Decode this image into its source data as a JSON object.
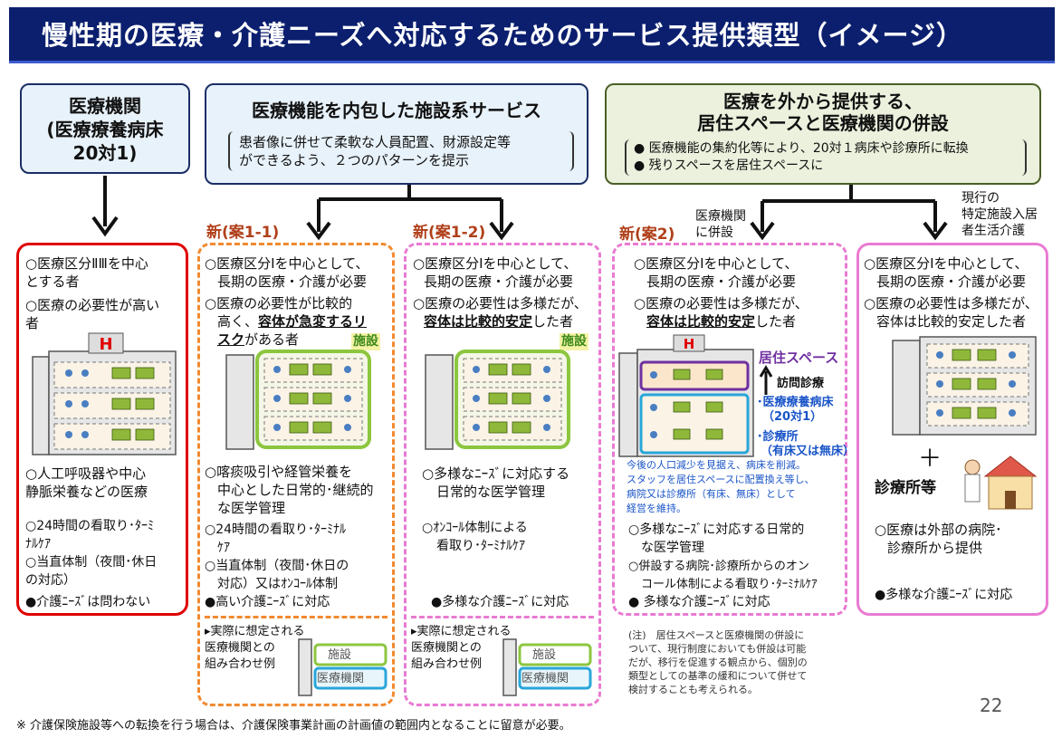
{
  "title": "慢性期の医療・介護ニーズへ対応するためのサービス提供類型（イメージ）",
  "header_a": {
    "l1": "医療機関",
    "l2": "(医療療養病床",
    "l3": "20対1)"
  },
  "header_b": {
    "title": "医療機能を内包した施設系サービス",
    "n1": "患者像に併せて柔軟な人員配置、財源設定等",
    "n2": "ができるよう、２つのパターンを提示"
  },
  "header_c": {
    "t1": "医療を外から提供する、",
    "t2": "居住スペースと医療機関の併設",
    "n1": "●  医療機能の集約化等により、20対１病床や診療所に転換",
    "n2": "●  残りスペースを居住スペースに"
  },
  "labels": {
    "case11": "新(案1-1)",
    "case12": "新(案1-2)",
    "case2": "新(案2)",
    "heisetsu1": "医療機関",
    "heisetsu2": "に併設",
    "current1": "現行の",
    "current2": "特定施設入居",
    "current3": "者生活介護"
  },
  "col1": {
    "i1a": "○医療区分ⅡⅢを中心",
    "i1b": "とする者",
    "i2a": "○医療の必要性が高い",
    "i2b": "者",
    "i3a": "○人工呼吸器や中心",
    "i3b": "静脈栄養などの医療",
    "i4a": "○24時間の看取り･ﾀｰﾐ",
    "i4b": "ﾅﾙｹｱ",
    "i5a": "○当直体制（夜間･休日",
    "i5b": "の対応）",
    "i6": "●介護ﾆｰｽﾞは問わない"
  },
  "col2": {
    "i1a": "○医療区分Ⅰを中心として、",
    "i1b": "長期の医療・介護が必要",
    "i2a": "○医療の必要性が比較的",
    "i2b1": "高く、",
    "i2b2": "容体が急変するリ",
    "i2c1": "スク",
    "i2c2": "がある者",
    "tag": "施設",
    "i3a": "○喀痰吸引や経管栄養を",
    "i3b": "中心とした日常的･継続的",
    "i3c": "な医学管理",
    "i4a": "○24時間の看取り･ﾀｰﾐﾅﾙ",
    "i4b": "ｹｱ",
    "i5a": "○当直体制（夜間･休日の",
    "i5b": "対応）又はｵﾝｺｰﾙ体制",
    "i6": "●高い介護ﾆｰｽﾞに対応",
    "ex1": "▸実際に想定される",
    "ex2": "医療機関との",
    "ex3": "組み合わせ例",
    "exf": "施設",
    "exm": "医療機関"
  },
  "col3": {
    "i1a": "○医療区分Ⅰを中心として、",
    "i1b": "長期の医療・介護が必要",
    "i2a": "○医療の必要性は多様だが、",
    "i2b1": "容体は比較的安定",
    "i2b2": "した者",
    "tag": "施設",
    "i3a": "○多様なﾆｰｽﾞに対応する",
    "i3b": "日常的な医学管理",
    "i4a": "○ｵﾝｺｰﾙ体制による",
    "i4b": "看取り･ﾀｰﾐﾅﾙｹｱ",
    "i5": "●多様な介護ﾆｰｽﾞに対応",
    "ex1": "▸実際に想定される",
    "ex2": "医療機関との",
    "ex3": "組み合わせ例",
    "exf": "施設",
    "exm": "医療機関"
  },
  "col4": {
    "i1a": "○医療区分Ⅰを中心として、",
    "i1b": "長期の医療・介護が必要",
    "i2a": "○医療の必要性は多様だが、",
    "i2b1": "容体は比較的安定",
    "i2b2": "した者",
    "live": "居住スペース",
    "visit": "訪問診療",
    "ward1": "･医療療養病床",
    "ward2": "（20対1）",
    "clinic1": "･診療所",
    "clinic2": "（有床又は無床）",
    "note1": "今後の人口減少を見据え、病床を削減。",
    "note2": "スタッフを居住スペースに配置換え等し、",
    "note3": "病院又は診療所（有床、無床）として",
    "note4": "経営を維持。",
    "i3a": "○多様なﾆｰｽﾞに対応する日常的",
    "i3b": "な医学管理",
    "i4a": "○併設する病院･診療所からのオン",
    "i4b": "コール体制による看取り･ﾀｰﾐﾅﾙｹｱ",
    "i5": "● 多様な介護ﾆｰｽﾞに対応",
    "c1": "(注)　居住スペースと医療機関の併設に",
    "c2": "ついて、現行制度においても併設は可能",
    "c3": "だが、移行を促進する観点から、個別の",
    "c4": "類型としての基準の緩和について併せて",
    "c5": "検討することも考えられる。"
  },
  "col5": {
    "i1a": "○医療区分Ⅰを中心として、",
    "i1b": "長期の医療・介護が必要",
    "i2a": "○医療の必要性は多様だが、",
    "i2b": "容体は比較的安定した者",
    "plus": "＋",
    "clinic": "診療所等",
    "i3a": "○医療は外部の病院･",
    "i3b": "診療所から提供",
    "i4": "●多様な介護ﾆｰｽﾞに対応"
  },
  "page_number": "22",
  "footnote": "※ 介護保険施設等への転換を行う場合は、介護保険事業計画の計画値の範囲内となることに留意が必要。",
  "colors": {
    "navy": "#0b1f6e",
    "red": "#e00000",
    "orange": "#f28a30",
    "pink": "#e97bd2",
    "green_header": "#ebf1dd",
    "blue_header": "#e8f2fa"
  }
}
